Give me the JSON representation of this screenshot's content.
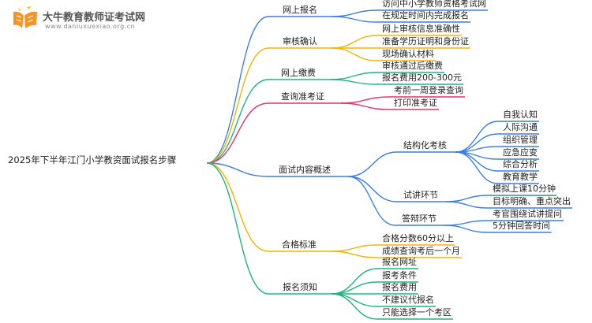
{
  "header": {
    "site_name": "大牛教育教师证考试网",
    "site_url": "www.daniuxuexiao.org.cn"
  },
  "colors": {
    "line_blue": "#3b7fe0",
    "line_yellow": "#f5b400",
    "line_teal": "#1fb57f",
    "line_pink": "#e8306a",
    "line_lightblue": "#3fa9f5",
    "logo_orange": "#f7931e"
  },
  "mindmap": {
    "root": "2025年下半年江门小学教资面试报名步骤",
    "branches": [
      {
        "label": "网上报名",
        "children": [
          {
            "label": "访问中小学教师资格考试网"
          },
          {
            "label": "在规定时间内完成报名"
          }
        ]
      },
      {
        "label": "审核确认",
        "children": [
          {
            "label": "网上审核信息准确性"
          },
          {
            "label": "准备学历证明和身份证"
          },
          {
            "label": "现场确认材料"
          }
        ]
      },
      {
        "label": "网上缴费",
        "children": [
          {
            "label": "审核通过后缴费"
          },
          {
            "label": "报名费用200-300元"
          }
        ]
      },
      {
        "label": "查询准考证",
        "children": [
          {
            "label": "考前一周登录查询"
          },
          {
            "label": "打印准考证"
          }
        ]
      },
      {
        "label": "面试内容概述",
        "children": [
          {
            "label": "结构化考核",
            "children": [
              {
                "label": "自我认知"
              },
              {
                "label": "人际沟通"
              },
              {
                "label": "组织管理"
              },
              {
                "label": "应急应变"
              },
              {
                "label": "综合分析"
              },
              {
                "label": "教育教学"
              }
            ]
          },
          {
            "label": "试讲环节",
            "children": [
              {
                "label": "模拟上课10分钟"
              },
              {
                "label": "目标明确、重点突出"
              }
            ]
          },
          {
            "label": "答辩环节",
            "children": [
              {
                "label": "考官围绕试讲提问"
              },
              {
                "label": "5分钟回答时间"
              }
            ]
          }
        ]
      },
      {
        "label": "合格标准",
        "children": [
          {
            "label": "合格分数60分以上"
          },
          {
            "label": "成绩查询考后一个月"
          }
        ]
      },
      {
        "label": "报名须知",
        "children": [
          {
            "label": "报名网址"
          },
          {
            "label": "报考条件"
          },
          {
            "label": "报名费用"
          },
          {
            "label": "不建议代报名"
          },
          {
            "label": "只能选择一个考区"
          }
        ]
      }
    ]
  }
}
